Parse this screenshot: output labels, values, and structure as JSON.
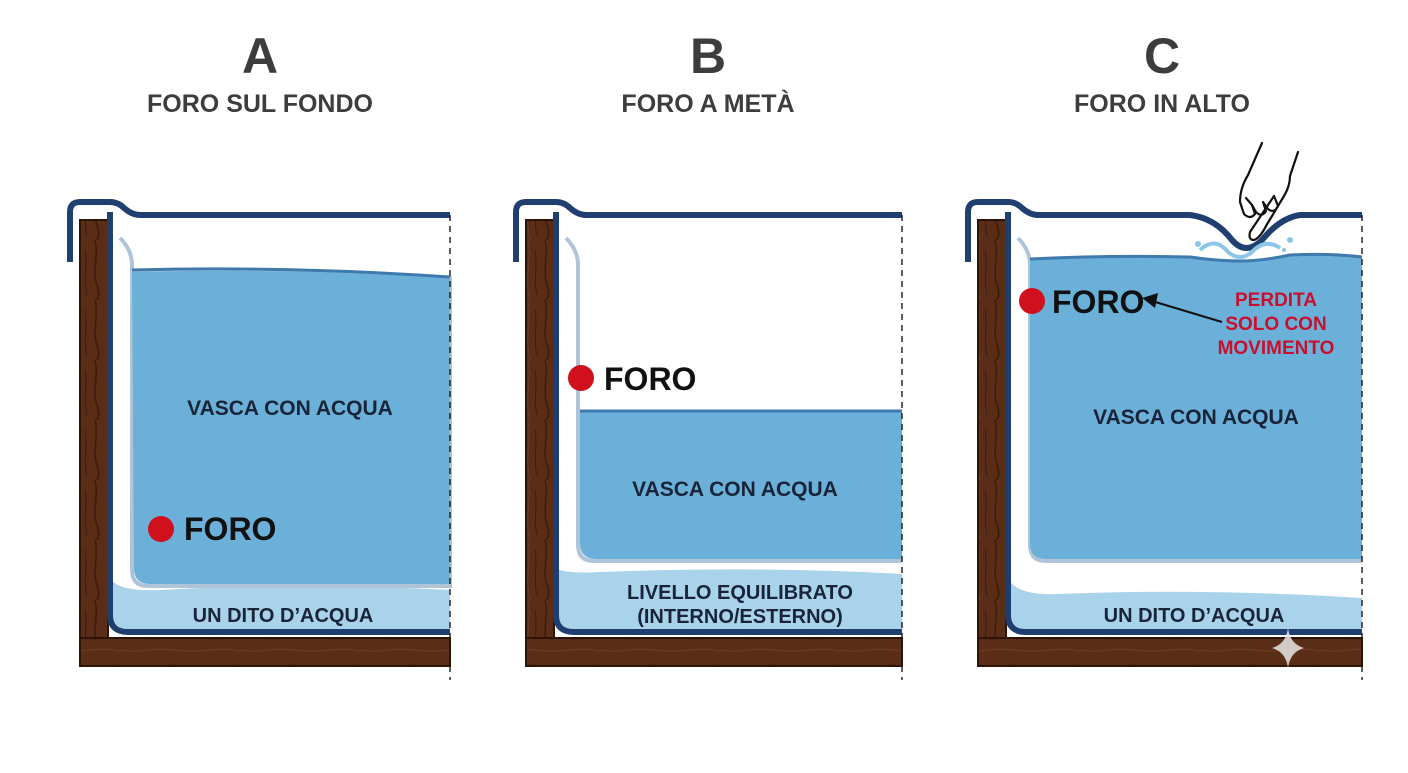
{
  "panels": [
    {
      "letter": "A",
      "title": "FORO SUL FONDO",
      "hole_label": "FORO",
      "water_label": "VASCA CON ACQUA",
      "bottom_label": "UN DITO D’ACQUA"
    },
    {
      "letter": "B",
      "title": "FORO A METÀ",
      "hole_label": "FORO",
      "water_label": "VASCA CON ACQUA",
      "bottom_label_line1": "LIVELLO EQUILIBRATO",
      "bottom_label_line2": "(INTERNO/ESTERNO)"
    },
    {
      "letter": "C",
      "title": "FORO IN ALTO",
      "hole_label": "FORO",
      "water_label": "VASCA CON ACQUA",
      "bottom_label": "UN DITO D’ACQUA",
      "note_line1": "PERDITA",
      "note_line2": "SOLO CON",
      "note_line3": "MOVIMENTO"
    }
  ],
  "colors": {
    "wood": "#5a2d17",
    "liner": "#1f3f70",
    "water": "#6ab0d9",
    "water_light": "#a9d3ea",
    "hole": "#d0101c",
    "note": "#c8102e"
  }
}
